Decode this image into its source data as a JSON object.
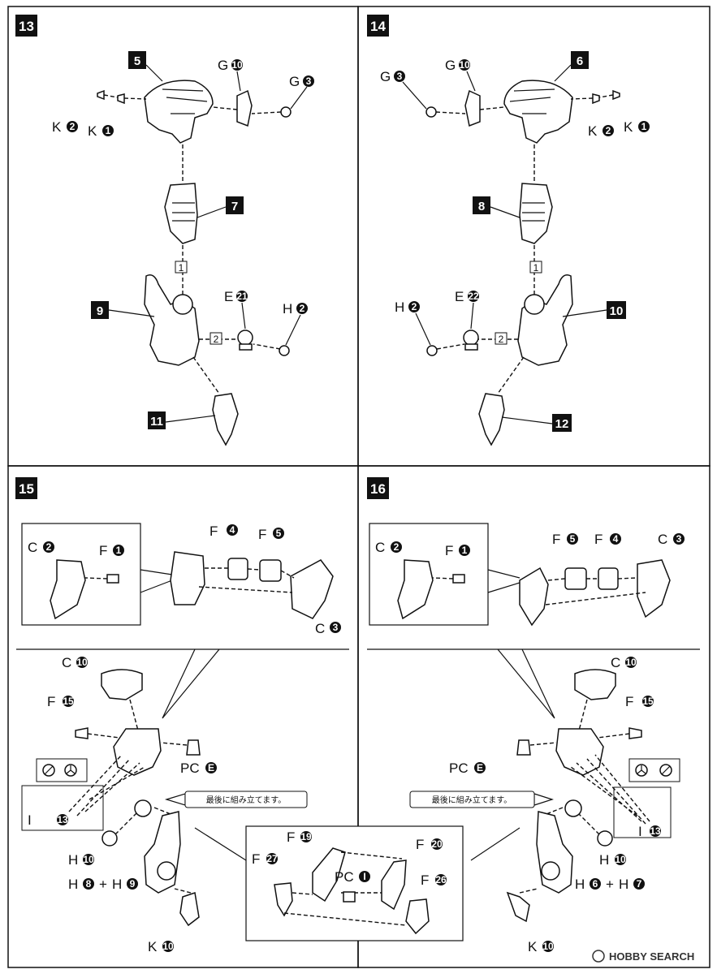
{
  "steps": {
    "s13": {
      "number": "13"
    },
    "s14": {
      "number": "14"
    },
    "s15": {
      "number": "15"
    },
    "s16": {
      "number": "16"
    }
  },
  "part_numbers": {
    "p5": "5",
    "p6": "6",
    "p7": "7",
    "p8": "8",
    "p9": "9",
    "p10": "10",
    "p11": "11",
    "p12": "12"
  },
  "labels": {
    "K": "K",
    "G": "G",
    "E": "E",
    "H": "H",
    "C": "C",
    "F": "F",
    "PC": "PC",
    "I": "I",
    "plus": "+"
  },
  "numbers": {
    "n1": "1",
    "n2": "2",
    "n3": "3",
    "n4": "4",
    "n5": "5",
    "n6": "6",
    "n7": "7",
    "n8": "8",
    "n9": "9",
    "n10": "10",
    "n13": "13",
    "n15": "15",
    "n19": "19",
    "n20": "20",
    "n21": "21",
    "n22": "22",
    "n26": "26",
    "n27": "27",
    "nE": "E",
    "nI": "I"
  },
  "sequence": {
    "one": "1",
    "two": "2"
  },
  "notes": {
    "assemble_last": "最後に組み立てます。"
  },
  "watermark": {
    "text": "HOBBY SEARCH"
  }
}
